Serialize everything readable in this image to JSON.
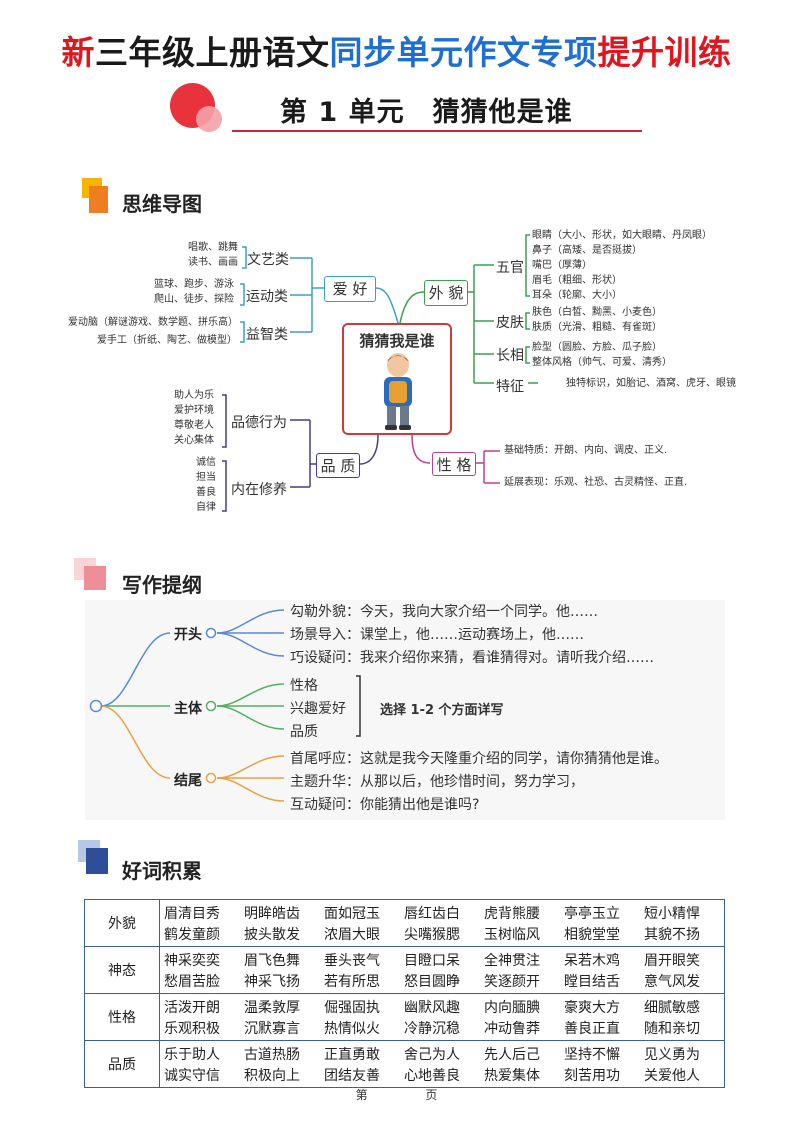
{
  "header": {
    "title_parts": [
      {
        "text": "新",
        "color": "#e0161f"
      },
      {
        "text": "三年级上册语文",
        "color": "#1a1a1a"
      },
      {
        "text": "同步单元作文专项",
        "color": "#1f6fd0"
      },
      {
        "text": "提升训练",
        "color": "#e0161f"
      }
    ],
    "unit_title": "第 1 单元　猜猜他是谁"
  },
  "sections": {
    "mindmap": "思维导图",
    "outline": "写作提纲",
    "words": "好词积累"
  },
  "mindmap": {
    "center": "猜猜我是谁",
    "hobby": {
      "label": "爱 好",
      "categories": [
        {
          "name": "文艺类",
          "items": [
            "唱歌、跳舞",
            "读书、画画"
          ]
        },
        {
          "name": "运动类",
          "items": [
            "篮球、跑步、游泳",
            "爬山、徒步、探险"
          ]
        },
        {
          "name": "益智类",
          "items": [
            "爱动脑（解谜游戏、数学题、拼乐高）",
            "爱手工（折纸、陶艺、做模型）"
          ]
        }
      ]
    },
    "appearance": {
      "label": "外 貌",
      "categories": [
        {
          "name": "五官",
          "items": [
            "眼睛（大小、形状，如大眼睛、丹凤眼）",
            "鼻子（高矮、是否挺拔）",
            "嘴巴（厚薄）",
            "眉毛（粗细、形状）",
            "耳朵（轮廓、大小）"
          ]
        },
        {
          "name": "皮肤",
          "items": [
            "肤色（白皙、黝黑、小麦色）",
            "肤质（光滑、粗糙、有雀斑）"
          ]
        },
        {
          "name": "长相",
          "items": [
            "脸型（圆脸、方脸、瓜子脸）",
            "整体风格（帅气、可爱、清秀）"
          ]
        },
        {
          "name": "特征",
          "items": [
            "独特标识，如胎记、酒窝、虎牙、眼镜"
          ]
        }
      ]
    },
    "quality": {
      "label": "品 质",
      "categories": [
        {
          "name": "品德行为",
          "items": [
            "助人为乐",
            "爱护环境",
            "尊敬老人",
            "关心集体"
          ]
        },
        {
          "name": "内在修养",
          "items": [
            "诚信",
            "担当",
            "善良",
            "自律"
          ]
        }
      ]
    },
    "personality": {
      "label": "性 格",
      "items": [
        "基础特质：开朗、内向、调皮、正义.",
        "延展表现：乐观、社恐、古灵精怪、正直."
      ]
    }
  },
  "outline": {
    "opening": {
      "label": "开头",
      "items": [
        "勾勒外貌：今天，我向大家介绍一个同学。他……",
        "场景导入：课堂上，他……运动赛场上，他……",
        "巧设疑问：我来介绍你来猜，看谁猜得对。请听我介绍……"
      ]
    },
    "body": {
      "label": "主体",
      "items": [
        "性格",
        "兴趣爱好",
        "品质"
      ],
      "note": "选择 1-2 个方面详写"
    },
    "ending": {
      "label": "结尾",
      "items": [
        "首尾呼应：这就是我今天隆重介绍的同学，请你猜猜他是谁。",
        "主题升华：从那以后，他珍惜时间，努力学习，",
        "互动疑问：你能猜出他是谁吗?"
      ]
    }
  },
  "words": [
    {
      "category": "外貌",
      "rows": [
        [
          "眉清目秀",
          "明眸皓齿",
          "面如冠玉",
          "唇红齿白",
          "虎背熊腰",
          "亭亭玉立",
          "短小精悍"
        ],
        [
          "鹤发童颜",
          "披头散发",
          "浓眉大眼",
          "尖嘴猴腮",
          "玉树临风",
          "相貌堂堂",
          "其貌不扬"
        ]
      ]
    },
    {
      "category": "神态",
      "rows": [
        [
          "神采奕奕",
          "眉飞色舞",
          "垂头丧气",
          "目瞪口呆",
          "全神贯注",
          "呆若木鸡",
          "眉开眼笑"
        ],
        [
          "愁眉苦脸",
          "神采飞扬",
          "若有所思",
          "怒目圆睁",
          "笑逐颜开",
          "瞠目结舌",
          "意气风发"
        ]
      ]
    },
    {
      "category": "性格",
      "rows": [
        [
          "活泼开朗",
          "温柔敦厚",
          "倔强固执",
          "幽默风趣",
          "内向腼腆",
          "豪爽大方",
          "细腻敏感"
        ],
        [
          "乐观积极",
          "沉默寡言",
          "热情似火",
          "冷静沉稳",
          "冲动鲁莽",
          "善良正直",
          "随和亲切"
        ]
      ]
    },
    {
      "category": "品质",
      "rows": [
        [
          "乐于助人",
          "古道热肠",
          "正直勇敢",
          "舍己为人",
          "先人后己",
          "坚持不懈",
          "见义勇为"
        ],
        [
          "诚实守信",
          "积极向上",
          "团结友善",
          "心地善良",
          "热爱集体",
          "刻苦用功",
          "关爱他人"
        ]
      ]
    }
  ],
  "footer": {
    "left": "第",
    "right": "页"
  }
}
